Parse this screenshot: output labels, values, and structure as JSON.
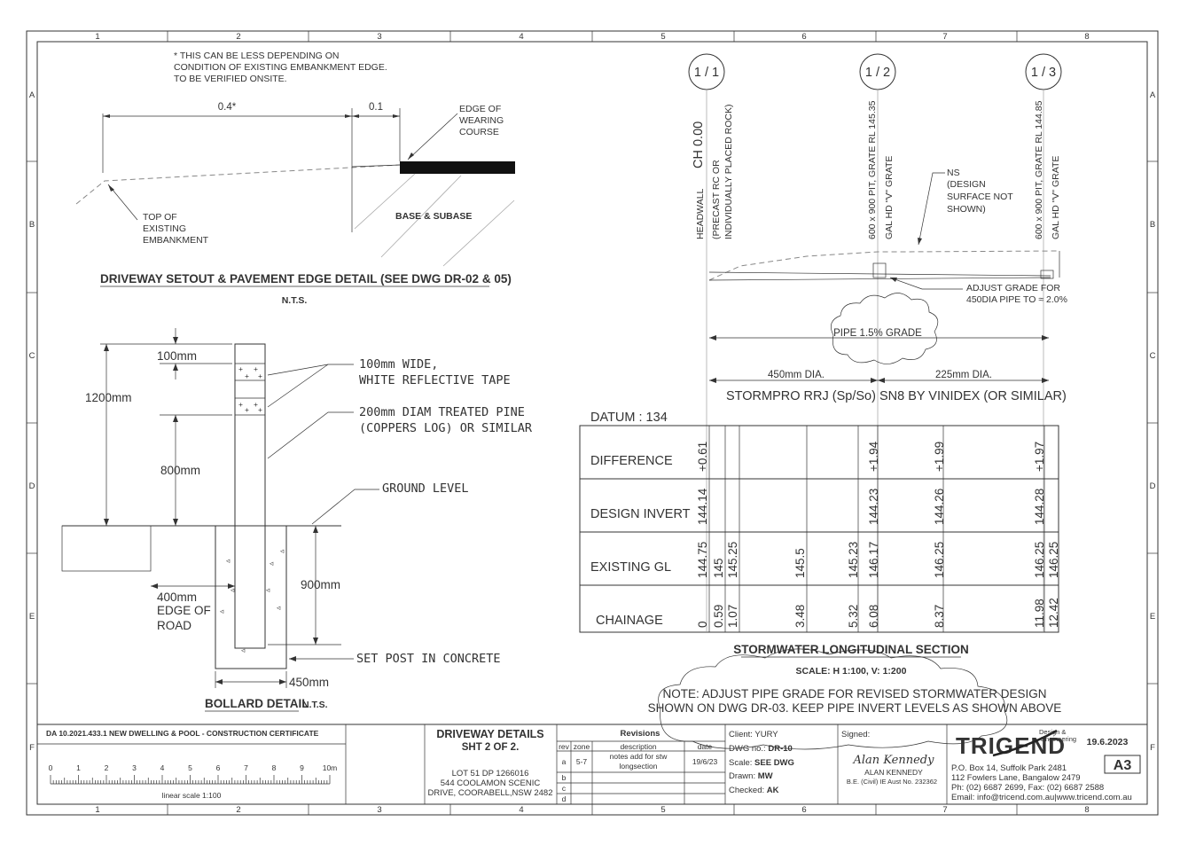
{
  "grid": {
    "cols": [
      "1",
      "2",
      "3",
      "4",
      "5",
      "6",
      "7",
      "8"
    ],
    "rows": [
      "A",
      "B",
      "C",
      "D",
      "E",
      "F"
    ]
  },
  "setout": {
    "note": [
      "* THIS CAN BE LESS DEPENDING ON",
      "CONDITION OF EXISTING EMBANKMENT EDGE.",
      "TO BE VERIFIED ONSITE."
    ],
    "dim1": "0.4*",
    "dim2": "0.1",
    "edge_label": [
      "EDGE OF",
      "WEARING",
      "COURSE"
    ],
    "top_label": [
      "TOP OF",
      "EXISTING",
      "EMBANKMENT"
    ],
    "base_label": "BASE & SUBASE",
    "title": "DRIVEWAY SETOUT & PAVEMENT EDGE DETAIL (SEE DWG DR-02 & 05)",
    "scale": "N.T.S."
  },
  "bollard": {
    "d100": "100mm",
    "d1200": "1200mm",
    "d800": "800mm",
    "d900": "900mm",
    "d400": [
      "400mm",
      "EDGE OF",
      "ROAD"
    ],
    "d450": "450mm",
    "tape": [
      "100mm WIDE,",
      "WHITE REFLECTIVE TAPE"
    ],
    "pine": [
      "200mm DIAM TREATED PINE",
      "(COPPERS LOG) OR SIMILAR"
    ],
    "ground": "GROUND LEVEL",
    "concrete": "SET POST IN CONCRETE",
    "title": "BOLLARD DETAIL",
    "scale": "N.T.S."
  },
  "section": {
    "markers": [
      "1 / 1",
      "1 / 2",
      "1 / 3"
    ],
    "ch0": "CH 0.00",
    "headwall": "HEADWALL",
    "precast": [
      "(PRECAST RC OR",
      "INDIVIDUALLY PLACED ROCK)"
    ],
    "pit1": [
      "600 x 900 PIT, GRATE RL 145.35",
      "GAL HD \"V\" GRATE"
    ],
    "pit2": [
      "600 x 900 PIT, GRATE RL 144.85",
      "GAL HD \"V\" GRATE"
    ],
    "ns": [
      "NS",
      "(DESIGN",
      "SURFACE NOT",
      "SHOWN)"
    ],
    "adjust": [
      "ADJUST GRADE FOR",
      "450DIA PIPE TO ≈ 2.0%"
    ],
    "pipe_grade": "PIPE 1.5% GRADE",
    "dia450": "450mm DIA.",
    "dia225": "225mm DIA.",
    "stormpro": "STORMPRO  RRJ (Sp/So) SN8 BY VINIDEX  (OR SIMILAR)",
    "datum": "DATUM : 134",
    "rows": [
      "DIFFERENCE",
      "DESIGN INVERT",
      "EXISTING GL",
      "CHAINAGE"
    ],
    "difference": [
      "+0.61",
      "+1.94",
      "+1.99",
      "+1.97"
    ],
    "design_invert": [
      "144.14",
      "144.23",
      "144.26",
      "144.28"
    ],
    "existing_gl": [
      "144.75",
      "145",
      "145.25",
      "145.5",
      "145.23",
      "146.17",
      "146.25",
      "146.25",
      "146.25"
    ],
    "chainage": [
      "0",
      "0.59",
      "1.07",
      "3.48",
      "5.32",
      "6.08",
      "8.37",
      "11.98",
      "12.42"
    ],
    "title": "STORMWATER LONGITUDINAL SECTION",
    "scale": "SCALE: H 1:100, V: 1:200",
    "note": [
      "NOTE: ADJUST PIPE GRADE FOR REVISED STORMWATER DESIGN",
      "SHOWN ON DWG DR-03. KEEP PIPE INVERT LEVELS AS SHOWN ABOVE"
    ]
  },
  "titleblock": {
    "da": "DA 10.2021.433.1 NEW DWELLING & POOL - CONSTRUCTION CERTIFICATE",
    "scale_ticks": [
      "0",
      "1",
      "2",
      "3",
      "4",
      "5",
      "6",
      "7",
      "8",
      "9",
      "10m"
    ],
    "scale_label": "linear scale 1:100",
    "dwg_title": [
      "DRIVEWAY DETAILS",
      "SHT 2 OF 2."
    ],
    "address": [
      "LOT 51 DP 1266016",
      "544 COOLAMON SCENIC",
      "DRIVE, COORABELL,NSW 2482"
    ],
    "revisions_title": "Revisions",
    "rev_headers": [
      "rev",
      "zone",
      "description",
      "date"
    ],
    "rev_a": [
      "a",
      "5-7",
      "notes add for stw",
      "longsection",
      "19/6/23"
    ],
    "rev_letters": [
      "b",
      "c",
      "d"
    ],
    "client": "Client: YURY",
    "dwg_no_label": "DWG no.: ",
    "dwg_no": "DR-10",
    "scale_label2": "Scale: ",
    "scale_val": "SEE DWG",
    "drawn_label": "Drawn: ",
    "drawn": "MW",
    "checked_label": "Checked: ",
    "checked": "AK",
    "signed": "Signed:",
    "signature": "Alan Kennedy",
    "signer": "ALAN KENNEDY",
    "signer_qual": "B.E. (Civil) IE Aust No. 232362",
    "company": "TRIGEND",
    "company_tag": [
      "Design &",
      "Engineering"
    ],
    "date": "19.6.2023",
    "size": "A3",
    "contact": [
      "P.O. Box 14, Suffolk Park 2481",
      "112 Fowlers Lane, Bangalow 2479",
      "Ph: (02) 6687 2699, Fax: (02) 6687 2588",
      "Email: info@tricend.com.au|www.tricend.com.au"
    ]
  }
}
